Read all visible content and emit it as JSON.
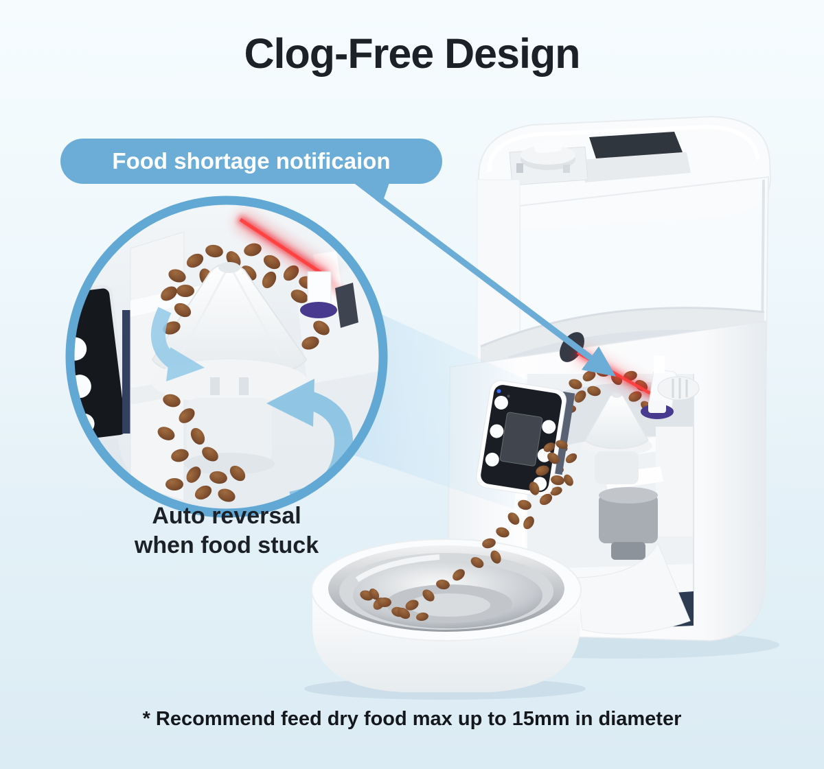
{
  "title": "Clog-Free Design",
  "callout_pill": {
    "label": "Food shortage notificaion"
  },
  "caption": {
    "line1": "Auto reversal",
    "line2": "when food stuck"
  },
  "footnote": "* Recommend feed dry food max up to 15mm in diameter",
  "colors": {
    "background_top": "#f6fcfe",
    "background_bottom": "#dcecf4",
    "accent_blue": "#6cadd8",
    "ring_blue": "#61a8d4",
    "arrow_blue": "#86c0e3",
    "laser_red": "#f01e26",
    "text_dark": "#1c2127",
    "kibble_brown": "#7b4b2c",
    "steel_gray": "#b9bec4",
    "sensor_purple": "#483a8f"
  }
}
